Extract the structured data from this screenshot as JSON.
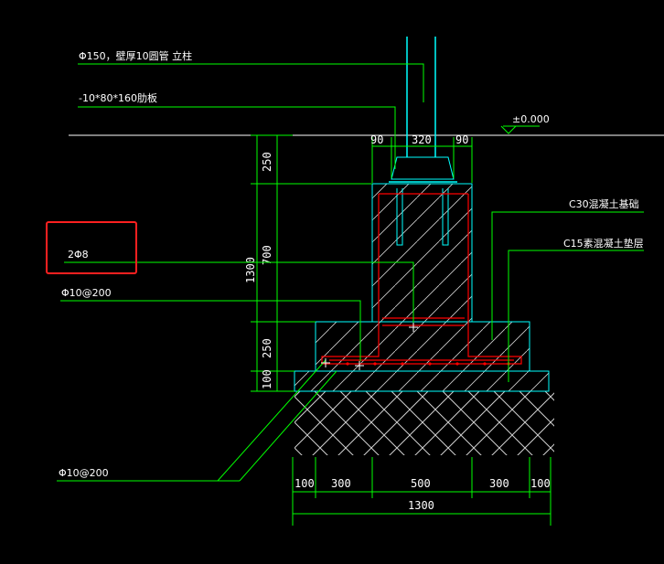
{
  "labels": {
    "column_pipe": "Φ150，壁厚10圆管 立柱",
    "rib_plate": "-10*80*160肋板",
    "elevation": "±0.000",
    "rebar_2phi8": "2Φ8",
    "stirrup_upper": "Φ10@200",
    "stirrup_lower": "Φ10@200",
    "concrete_c30": "C30混凝土基础",
    "concrete_c15": "C15素混凝土垫层"
  },
  "dims_top": [
    "90",
    "320",
    "90"
  ],
  "dims_left": [
    "250",
    "700",
    "1300",
    "250",
    "100"
  ],
  "dims_bottom": [
    "100",
    "300",
    "500",
    "300",
    "100"
  ],
  "dim_total": "1300",
  "colors": {
    "background": "#000000",
    "dimension": "#00ff00",
    "outline": "#00ffff",
    "rebar": "#ff0000",
    "highlight": "#ff2020",
    "text": "#ffffff",
    "hatch": "#d0d0d0"
  }
}
